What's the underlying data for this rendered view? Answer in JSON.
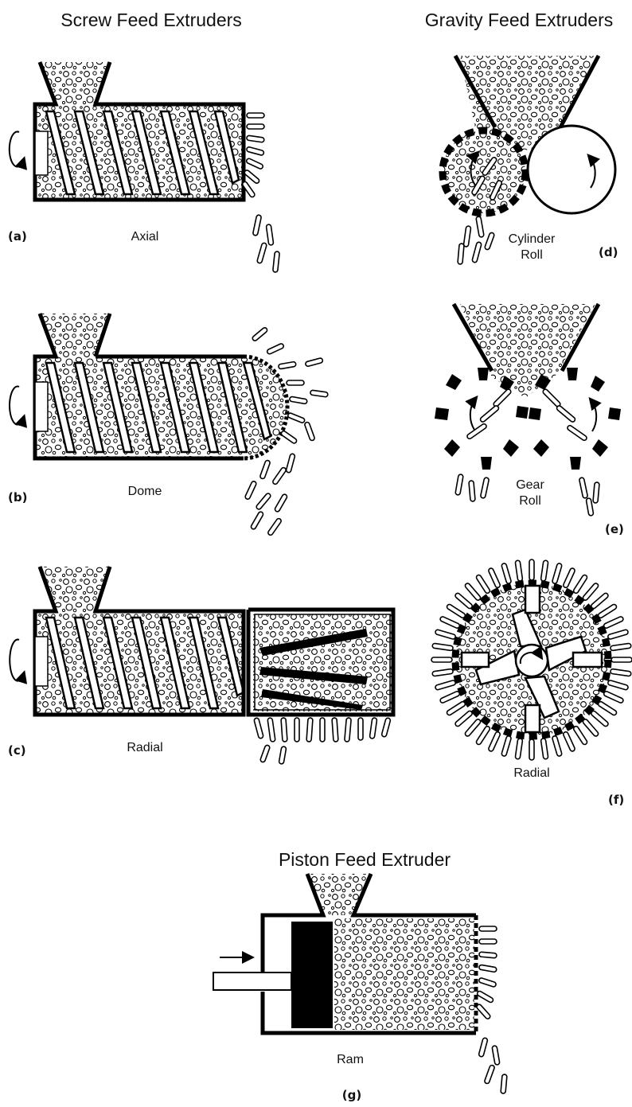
{
  "headings": {
    "screw": "Screw Feed Extruders",
    "gravity": "Gravity Feed Extruders",
    "piston": "Piston Feed Extruder"
  },
  "panels": {
    "a": {
      "tag": "(a)",
      "name": "Axial"
    },
    "b": {
      "tag": "(b)",
      "name": "Dome"
    },
    "c": {
      "tag": "(c)",
      "name": "Radial"
    },
    "d": {
      "tag": "(d)",
      "name_line1": "Cylinder",
      "name_line2": "Roll"
    },
    "e": {
      "tag": "(e)",
      "name_line1": "Gear",
      "name_line2": "Roll"
    },
    "f": {
      "tag": "(f)",
      "name": "Radial"
    },
    "g": {
      "tag": "(g)",
      "name": "Ram"
    }
  }
}
